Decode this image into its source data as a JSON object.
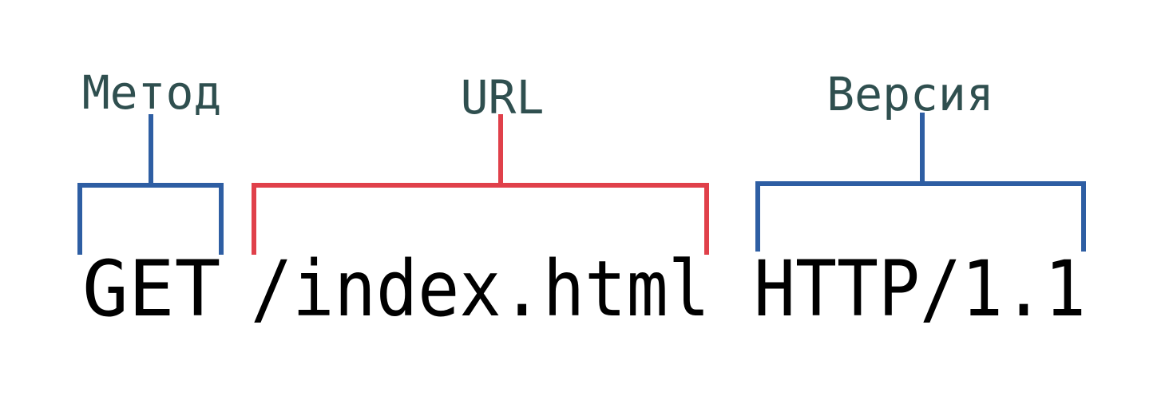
{
  "parts": [
    {
      "label": "Метод",
      "value": "GET",
      "color": "#2e5ea3"
    },
    {
      "label": "URL",
      "value": "/index.html",
      "color": "#e0404a"
    },
    {
      "label": "Версия",
      "value": "HTTP/1.1",
      "color": "#2e5ea3"
    }
  ],
  "colors": {
    "label_text": "#2f4f4f",
    "request_text": "#000000"
  }
}
